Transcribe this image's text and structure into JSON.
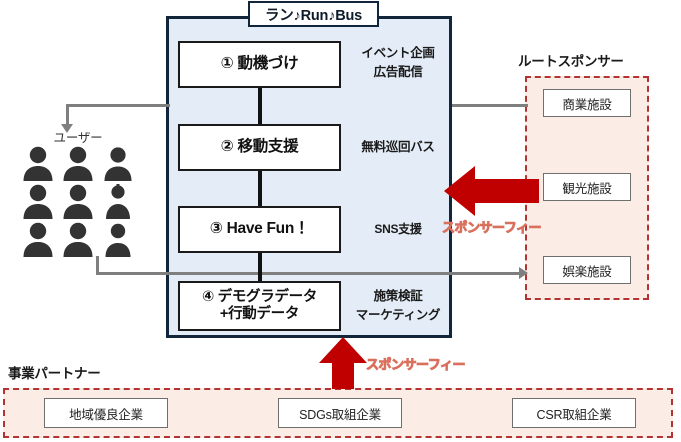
{
  "diagram": {
    "program": {
      "title": "ラン♪Run♪Bus",
      "steps": [
        {
          "label": "① 動機づけ",
          "caption": "イベント企画\n広告配信"
        },
        {
          "label": "② 移動支援",
          "caption": "無料巡回バス"
        },
        {
          "label": "③ Have Fun！",
          "caption": "SNS支援"
        },
        {
          "label": "④ デモグラデータ\n+行動データ",
          "caption": "施策検証\nマーケティング"
        }
      ],
      "captions": {
        "step1_line1": "イベント企画",
        "step1_line2": "広告配信",
        "step2": "無料巡回バス",
        "step3": "SNS支援",
        "step4_line1": "施策検証",
        "step4_line2": "マーケティング"
      },
      "step_labels": {
        "step1": "① 動機づけ",
        "step2": "② 移動支援",
        "step3": "③ Have Fun！",
        "step4_line1": "④ デモグラデータ",
        "step4_line2": "+行動データ"
      }
    },
    "users": {
      "label": "ユーザー",
      "count": 9
    },
    "route_sponsor": {
      "label": "ルートスポンサー",
      "items": [
        {
          "label": "商業施設"
        },
        {
          "label": "観光施設"
        },
        {
          "label": "娯楽施設"
        }
      ]
    },
    "business_partner": {
      "label": "事業パートナー",
      "items": [
        {
          "label": "地域優良企業"
        },
        {
          "label": "SDGs取組企業"
        },
        {
          "label": "CSR取組企業"
        }
      ]
    },
    "fees": {
      "sponsor_fee_right": "スポンサーフィー",
      "sponsor_fee_bottom": "スポンサーフィー"
    },
    "colors": {
      "program_fill": "#e4edf7",
      "program_border": "#11263a",
      "sponsor_fill": "#fcece6",
      "sponsor_border": "#b33232",
      "red_arrow": "#c00000",
      "fee_text": "#f6c9c0",
      "connector_gray": "#7f7f7f"
    }
  }
}
